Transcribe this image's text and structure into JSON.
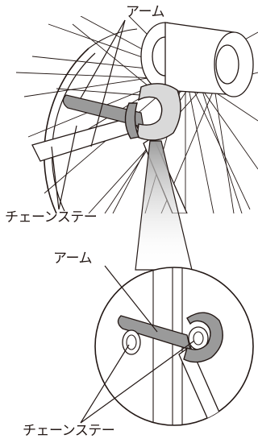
{
  "labels": {
    "arm_top": "アーム",
    "chainstay_mid": "チェーンステー",
    "arm_detail": "アーム",
    "chainstay_bottom": "チェーンステー"
  },
  "colors": {
    "line": "#231815",
    "fill_light": "#d9d9d9",
    "fill_part": "#9a9a9a",
    "spotlight": "#bdbdbd",
    "background": "#ffffff"
  }
}
